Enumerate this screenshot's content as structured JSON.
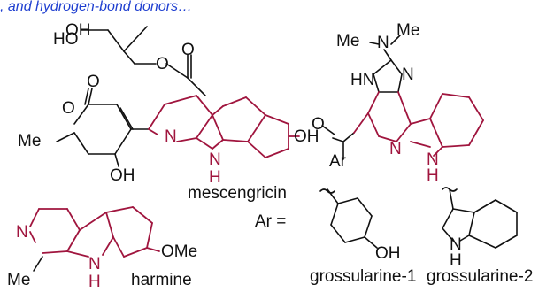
{
  "colors": {
    "highlight": "#a0153e",
    "banner": "#1f3fd0",
    "bond": "#111111"
  },
  "banner_text": ", and hydrogen-bond donors…",
  "molecules": {
    "mescengricin": {
      "name": "mescengricin",
      "atoms": {
        "oh_top": "OH",
        "ho_left": "HO",
        "o_ester": "O",
        "o_carbonyl": "O",
        "o_ring": "O",
        "o_lactone": "O",
        "me": "Me",
        "oh_bottom": "OH",
        "n_pyridine": "N",
        "n_indole": "N",
        "h_indole": "H",
        "oh_right": "OH"
      }
    },
    "grossularine": {
      "atoms": {
        "me1": "Me",
        "n_amine": "N",
        "me2": "Me",
        "n_imidazole": "N",
        "hn": "HN",
        "o_ketone": "O",
        "ar": "Ar",
        "n_pyridine": "N",
        "n_indole": "N",
        "h_indole": "H"
      }
    },
    "ar_equals": "Ar =",
    "grossularine_1": {
      "name": "grossularine-1",
      "atoms": {
        "oh": "OH"
      }
    },
    "grossularine_2": {
      "name": "grossularine-2",
      "atoms": {
        "n": "N",
        "h": "H"
      }
    },
    "harmine": {
      "name": "harmine",
      "atoms": {
        "n_pyridine": "N",
        "me": "Me",
        "n_indole": "N",
        "h_indole": "H",
        "ome": "OMe"
      }
    }
  }
}
